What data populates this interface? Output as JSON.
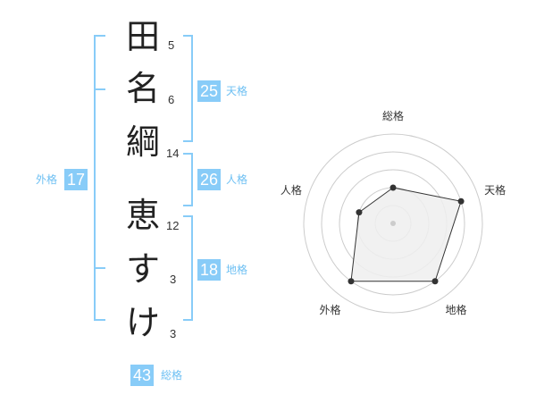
{
  "characters": [
    {
      "char": "田",
      "strokes": "5"
    },
    {
      "char": "名",
      "strokes": "6"
    },
    {
      "char": "綱",
      "strokes": "14"
    },
    {
      "char": "恵",
      "strokes": "12"
    },
    {
      "char": "す",
      "strokes": "3"
    },
    {
      "char": "け",
      "strokes": "3"
    }
  ],
  "fortunes": {
    "tenkaku": {
      "value": "25",
      "label": "天格"
    },
    "jinkaku": {
      "value": "26",
      "label": "人格"
    },
    "chikaku": {
      "value": "18",
      "label": "地格"
    },
    "gaikaku": {
      "value": "17",
      "label": "外格"
    },
    "soukaku": {
      "value": "43",
      "label": "総格"
    }
  },
  "colors": {
    "accent": "#88ccf8",
    "bracket": "#88ccf8",
    "label": "#6ec0f3",
    "radar_fill": "#eeeeee",
    "radar_line": "#333333"
  },
  "chart_data": {
    "type": "radar",
    "axes": [
      "総格",
      "天格",
      "地格",
      "外格",
      "人格"
    ],
    "values": [
      2,
      4,
      4,
      4,
      2
    ],
    "max": 5,
    "rings": 5
  }
}
